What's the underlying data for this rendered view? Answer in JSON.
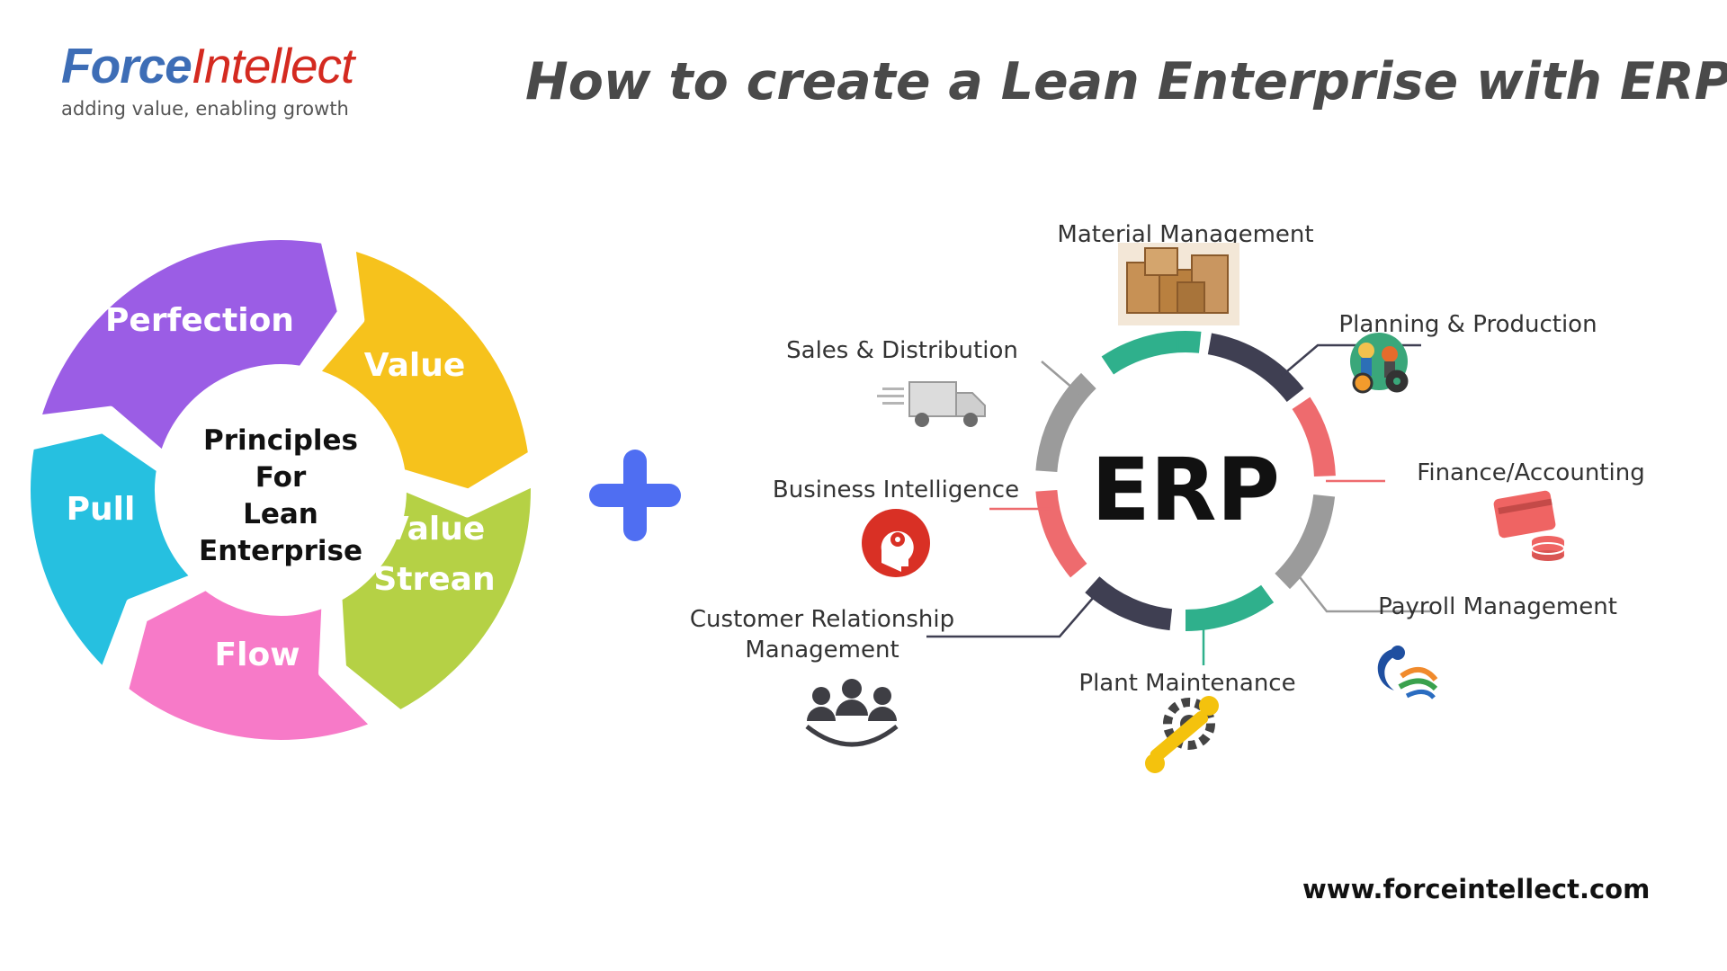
{
  "logo": {
    "brand_part1": "Force",
    "brand_part2": "Intellect",
    "tagline": "adding value, enabling growth"
  },
  "title": "How to create a Lean Enterprise with ERP?",
  "lean_cycle": {
    "center_lines": [
      "Principles",
      "For",
      "Lean",
      "Enterprise"
    ],
    "segments": [
      {
        "label_lines": [
          "Perfection"
        ],
        "color": "#9b5de5"
      },
      {
        "label_lines": [
          "Value"
        ],
        "color": "#f6c21c"
      },
      {
        "label_lines": [
          "Value",
          "Strean"
        ],
        "color": "#b5d145"
      },
      {
        "label_lines": [
          "Flow"
        ],
        "color": "#f77ac8"
      },
      {
        "label_lines": [
          "Pull"
        ],
        "color": "#26c0e0"
      }
    ]
  },
  "plus_color": "#4f6ef2",
  "erp": {
    "center_label": "ERP",
    "modules": [
      {
        "label": "Material Management",
        "icon": "boxes-icon"
      },
      {
        "label": "Planning & Production",
        "icon": "gears-people-icon"
      },
      {
        "label": "Finance/Accounting",
        "icon": "card-coins-icon"
      },
      {
        "label": "Payroll Management",
        "icon": "payroll-icon"
      },
      {
        "label": "Plant Maintenance",
        "icon": "wrench-gear-icon"
      },
      {
        "label": "Customer Relationship Management",
        "label_lines": [
          "Customer Relationship",
          "Management"
        ],
        "icon": "people-group-icon"
      },
      {
        "label": "Business Intelligence",
        "icon": "brain-head-icon"
      },
      {
        "label": "Sales & Distribution",
        "icon": "delivery-truck-icon"
      }
    ]
  },
  "website": "www.forceintellect.com"
}
